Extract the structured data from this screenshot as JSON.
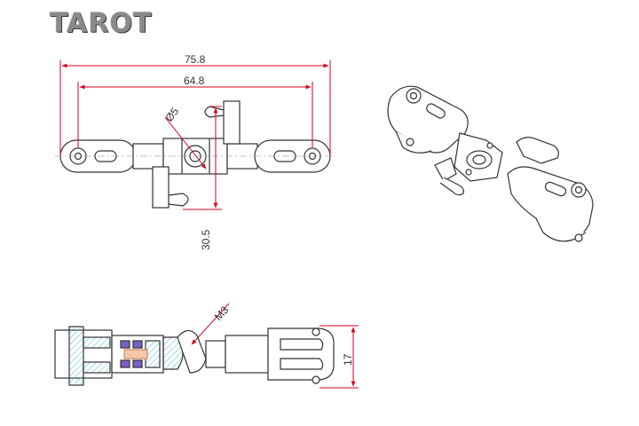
{
  "brand": {
    "logo_text": "TAROT"
  },
  "colors": {
    "dimension": "#d6001c",
    "outline": "#333333",
    "section_hatch": "#5fc7d0",
    "bearing": "#7b5ec8",
    "text": "#333333"
  },
  "dimensions": {
    "overall_length": "75.8",
    "hole_spacing": "64.8",
    "shaft_diameter": "Ø5",
    "height": "30.5",
    "thread": "M3",
    "thickness": "17"
  }
}
